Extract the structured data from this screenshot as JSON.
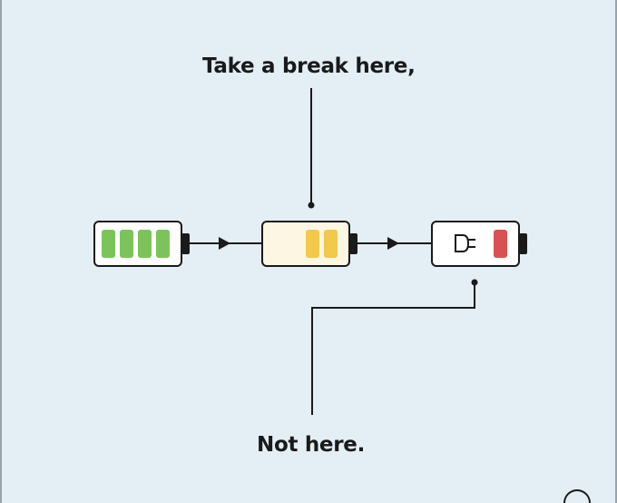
{
  "labels": {
    "top": "Take a break here,",
    "bottom": "Not here."
  },
  "batteries": [
    {
      "name": "full",
      "level": 1.0,
      "filled_cells": 4,
      "cell_color": "#7cc45a"
    },
    {
      "name": "half",
      "level": 0.5,
      "filled_cells": 2,
      "cell_color": "#f3c94c"
    },
    {
      "name": "low",
      "level": 0.25,
      "filled_cells": 1,
      "cell_color": "#d95252",
      "charging_plug": true
    }
  ],
  "colors": {
    "background": "#e4eef5",
    "stroke": "#1a1a1a",
    "battery_fill": "#ffffff",
    "half_battery_fill": "#fdf6e3"
  },
  "icons": [
    "arrow-icon",
    "plug-icon"
  ]
}
